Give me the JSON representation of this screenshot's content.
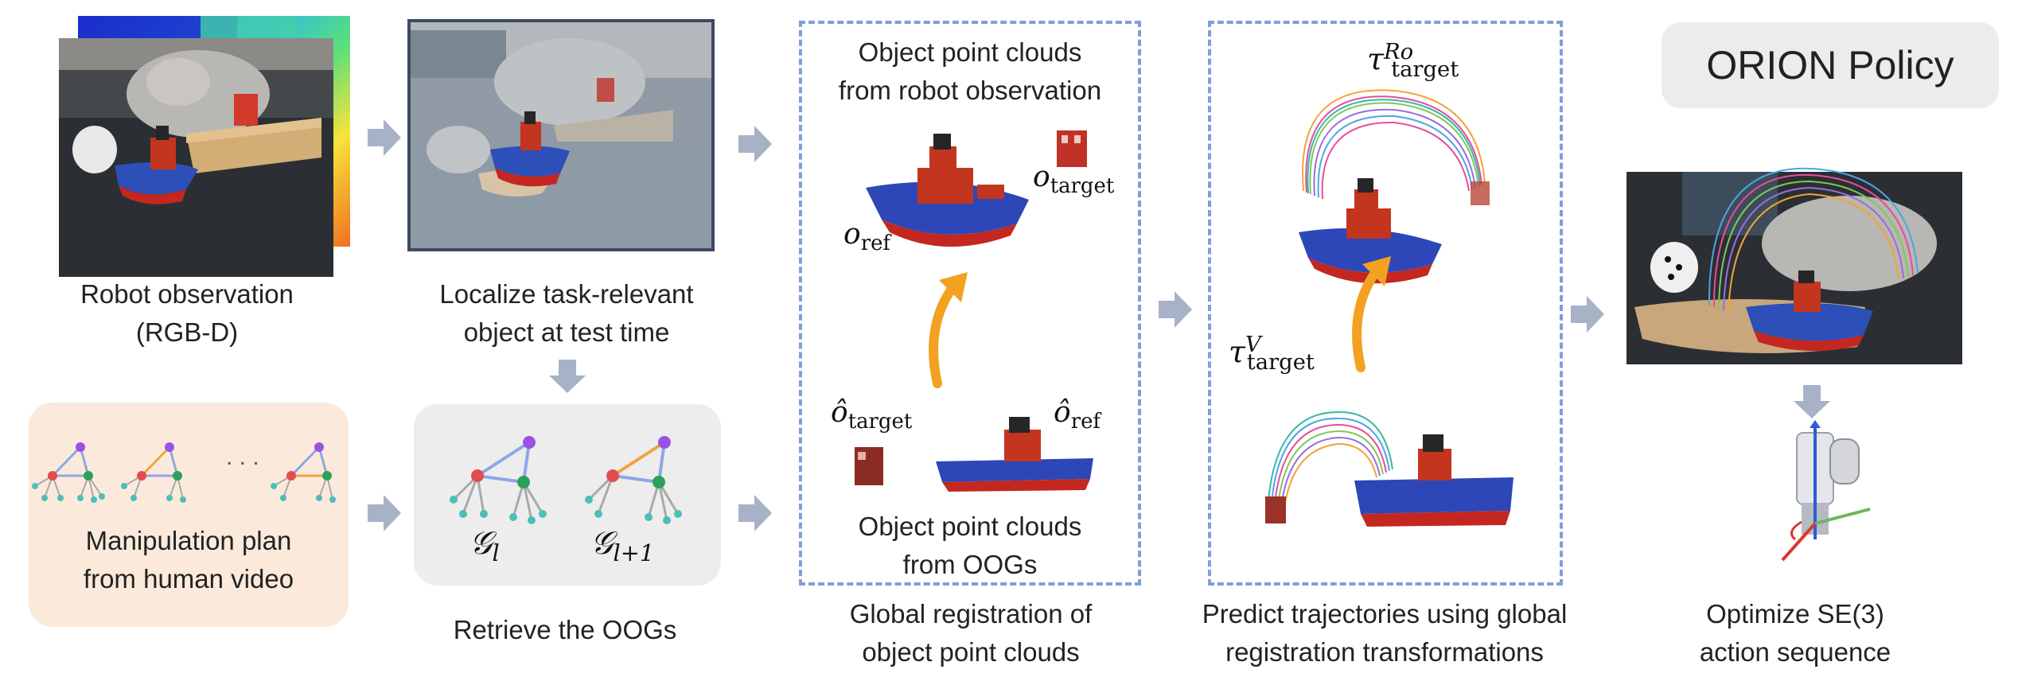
{
  "captions": {
    "robot_obs_line1": "Robot observation",
    "robot_obs_line2": "(RGB-D)",
    "localize_line1": "Localize task-relevant",
    "localize_line2": "object at test time",
    "plan_line1": "Manipulation plan",
    "plan_line2": "from human video",
    "retrieve": "Retrieve the OOGs",
    "obs_pc_line1": "Object point clouds",
    "obs_pc_line2": "from robot observation",
    "oog_pc_line1": "Object point clouds",
    "oog_pc_line2": "from OOGs",
    "global_reg_line1": "Global registration of",
    "global_reg_line2": "object point clouds",
    "predict_line1": "Predict trajectories using global",
    "predict_line2": "registration transformations",
    "optimize_line1": "Optimize SE(3)",
    "optimize_line2": "action sequence",
    "orion_title": "ORION Policy",
    "dots": ". . ."
  },
  "math": {
    "g_l_base": "𝒢",
    "g_l_sub": "l",
    "g_l1_base": "𝒢",
    "g_l1_sub": "l+1",
    "o": "o",
    "o_hat": "ô",
    "tau": "τ",
    "ref": "ref",
    "target": "target",
    "sup_ro": "Ro",
    "sup_v": "V"
  },
  "colors": {
    "arrow_gray": "#a7b2c7",
    "arrow_orange": "#f2a121",
    "dashed_border": "#7f9fd9",
    "plan_bg": "#fbeadb",
    "oog_bg": "#ededed",
    "orion_bg": "#ececec",
    "node_red": "#e24c4c",
    "node_green": "#2aa15a",
    "node_purple": "#9a52e6",
    "node_teal": "#4bbfb8",
    "edge_blue": "#8ea6e8",
    "edge_orange": "#f2a33a",
    "edge_gray": "#a9a9a9"
  },
  "icons": [
    "right-arrow-icon",
    "down-arrow-icon",
    "curved-up-arrow-icon",
    "robot-gripper-icon"
  ]
}
